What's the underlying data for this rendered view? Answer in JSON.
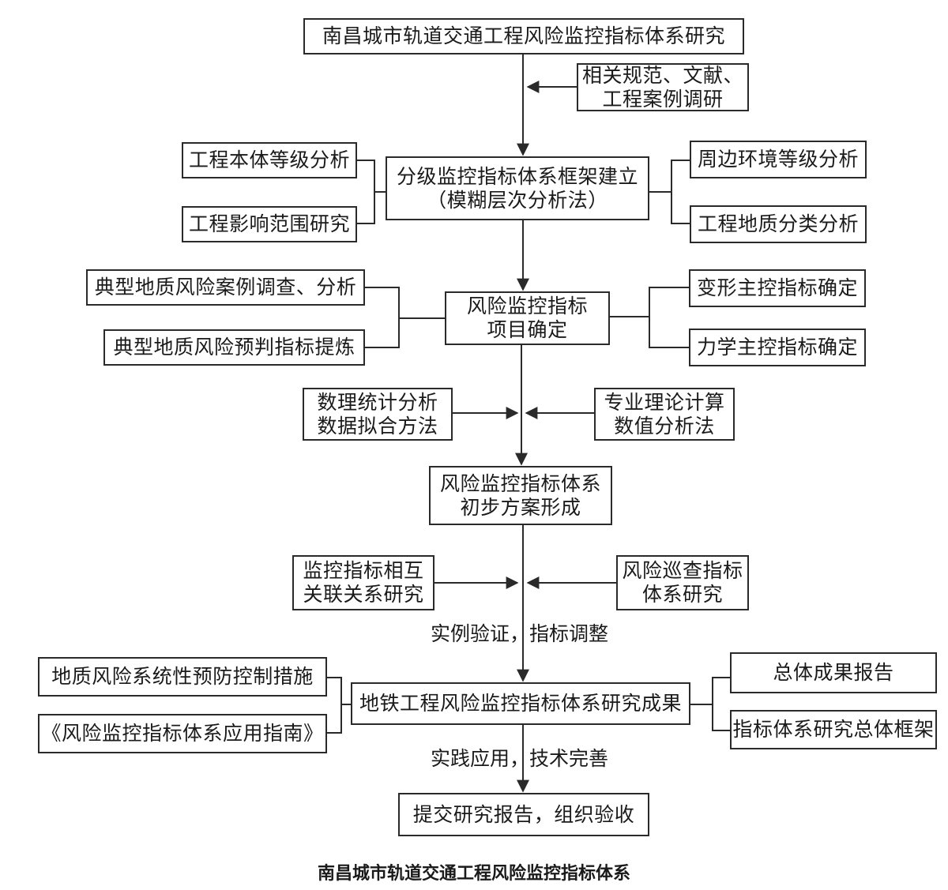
{
  "main_flow": {
    "step1": "南昌城市轨道交通工程风险监控指标体系研究",
    "step2_line1": "分级监控指标体系框架建立",
    "step2_line2": "（模糊层次分析法）",
    "step3_line1": "风险监控指标",
    "step3_line2": "项目确定",
    "step4_line1": "风险监控指标体系",
    "step4_line2": "初步方案形成",
    "step5": "地铁工程风险监控指标体系研究成果",
    "step6": "提交研究报告，组织验收"
  },
  "inputs": {
    "research_line1": "相关规范、文献、",
    "research_line2": "工程案例调研",
    "engineering_grade": "工程本体等级分析",
    "influence_range": "工程影响范围研究",
    "environment_grade": "周边环境等级分析",
    "geology_class": "工程地质分类分析",
    "case_survey": "典型地质风险案例调查、分析",
    "prediction_index": "典型地质风险预判指标提炼",
    "deformation_index": "变形主控指标确定",
    "mechanics_index": "力学主控指标确定",
    "stats_line1": "数理统计分析",
    "stats_line2": "数据拟合方法",
    "theory_line1": "专业理论计算",
    "theory_line2": "数值分析法",
    "correlation_line1": "监控指标相互",
    "correlation_line2": "关联关系研究",
    "patrol_line1": "风险巡查指标",
    "patrol_line2": "体系研究"
  },
  "outputs": {
    "prevention": "地质风险系统性预防控制措施",
    "guide": "《风险监控指标体系应用指南》",
    "overall_report": "总体成果报告",
    "framework": "指标体系研究总体框架"
  },
  "edge_labels": {
    "validation": "实例验证，指标调整",
    "application": "实践应用，技术完善"
  },
  "caption": "南昌城市轨道交通工程风险监控指标体系"
}
